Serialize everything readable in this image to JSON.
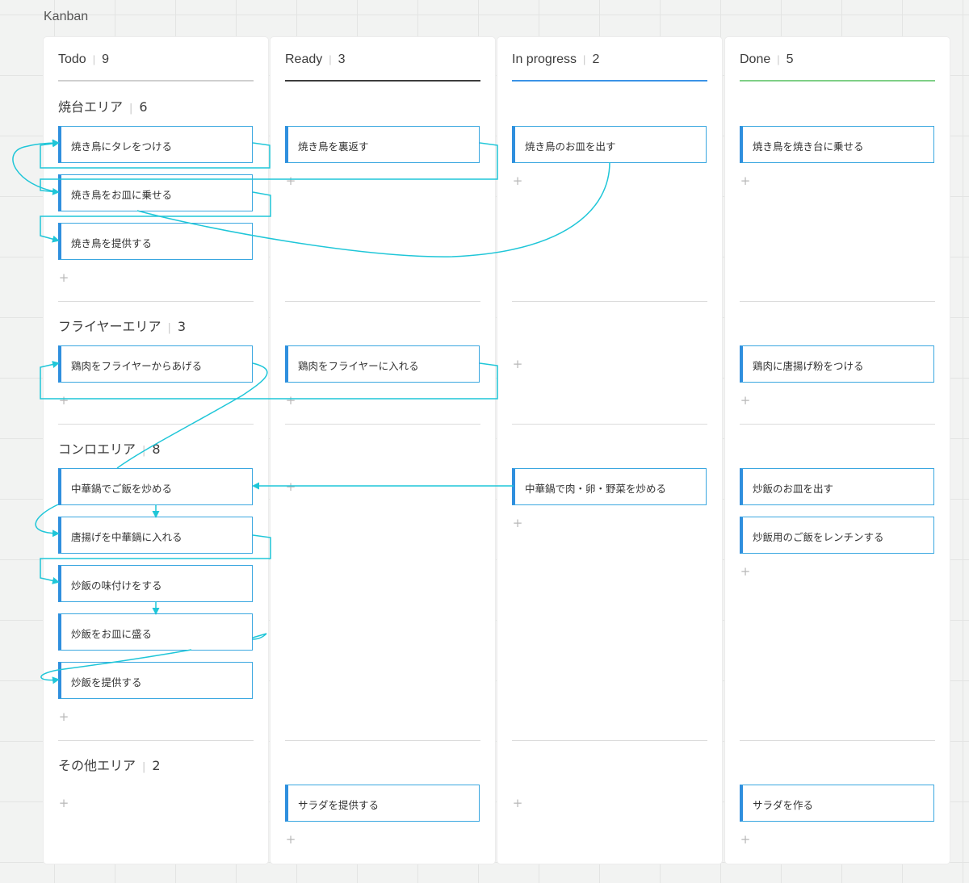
{
  "board_title": "Kanban",
  "columns": [
    {
      "title": "Todo",
      "count": "9",
      "accent": "#cfcfcf"
    },
    {
      "title": "Ready",
      "count": "3",
      "accent": "#3d3d3d"
    },
    {
      "title": "In progress",
      "count": "2",
      "accent": "#3b93e6"
    },
    {
      "title": "Done",
      "count": "5",
      "accent": "#7fcf86"
    }
  ],
  "lanes": [
    {
      "title": "焼台エリア",
      "count": "6"
    },
    {
      "title": "フライヤーエリア",
      "count": "3"
    },
    {
      "title": "コンロエリア",
      "count": "8"
    },
    {
      "title": "その他エリア",
      "count": "2"
    }
  ],
  "cards": {
    "todo": {
      "grill_1": "焼き鳥にタレをつける",
      "grill_2": "焼き鳥をお皿に乗せる",
      "grill_3": "焼き鳥を提供する",
      "fryer_1": "鶏肉をフライヤーからあげる",
      "stove_1": "中華鍋でご飯を炒める",
      "stove_2": "唐揚げを中華鍋に入れる",
      "stove_3": "炒飯の味付けをする",
      "stove_4": "炒飯をお皿に盛る",
      "stove_5": "炒飯を提供する"
    },
    "ready": {
      "grill_1": "焼き鳥を裏返す",
      "fryer_1": "鶏肉をフライヤーに入れる",
      "other_1": "サラダを提供する"
    },
    "in_progress": {
      "grill_1": "焼き鳥のお皿を出す",
      "stove_1": "中華鍋で肉・卵・野菜を炒める"
    },
    "done": {
      "grill_1": "焼き鳥を焼き台に乗せる",
      "fryer_1": "鶏肉に唐揚げ粉をつける",
      "stove_1": "炒飯のお皿を出す",
      "stove_2": "炒飯用のご飯をレンチンする",
      "other_1": "サラダを作る"
    }
  },
  "add_symbol": "+",
  "connector_color": "#1fc6d8"
}
